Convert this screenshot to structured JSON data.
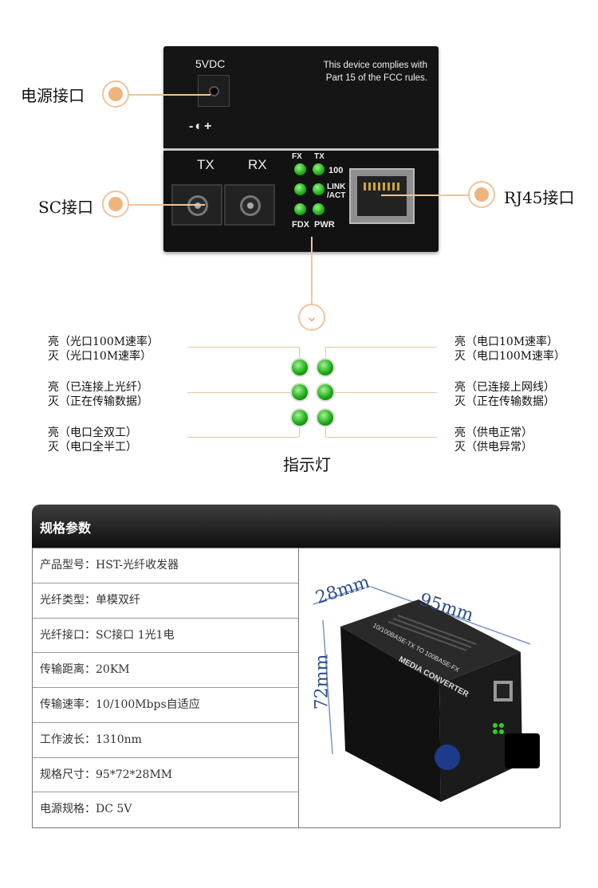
{
  "device": {
    "power_label": "5VDC",
    "fcc_line1": "This device complies with",
    "fcc_line2": "Part 15 of the FCC rules.",
    "polarity": "-◐+",
    "tx_label": "TX",
    "rx_label": "RX",
    "led_fx": "FX",
    "led_tx": "TX",
    "led_100": "100",
    "led_link": "LINK",
    "led_act": "/ACT",
    "led_fdx": "FDX",
    "led_pwr": "PWR"
  },
  "callouts": {
    "power": "电源接口",
    "sc": "SC接口",
    "rj45": "RJ45接口"
  },
  "legend": {
    "left": [
      {
        "on": "亮（光口100M速率）",
        "off": "灭（光口10M速率）"
      },
      {
        "on": "亮（已连接上光纤）",
        "off": "灭（正在传输数据）"
      },
      {
        "on": "亮（电口全双工）",
        "off": "灭（电口全半工）"
      }
    ],
    "right": [
      {
        "on": "亮（电口10M速率）",
        "off": "灭（电口100M速率）"
      },
      {
        "on": "亮（已连接上网线）",
        "off": "灭（正在传输数据）"
      },
      {
        "on": "亮（供电正常）",
        "off": "灭（供电异常）"
      }
    ],
    "title": "指示灯"
  },
  "spec": {
    "header": "规格参数",
    "rows": [
      "产品型号：HST-光纤收发器",
      "光纤类型：单模双纤",
      "光纤接口：SC接口 1光1电",
      "传输距离：20KM",
      "传输速率：10/100Mbps自适应",
      "工作波长：1310nm",
      "规格尺寸：95*72*28MM",
      "电源规格：DC 5V"
    ]
  },
  "photo": {
    "dim_depth": "28mm",
    "dim_length": "95mm",
    "dim_height": "72mm",
    "label_model": "10/100BASE-TX TO 100BASE-FX",
    "label_name": "MEDIA CONVERTER"
  },
  "colors": {
    "accent": "#efb47e",
    "led_green": "#23b41c",
    "header_dark": "#1a1a1a",
    "dimension_blue": "#2c4e8a"
  }
}
